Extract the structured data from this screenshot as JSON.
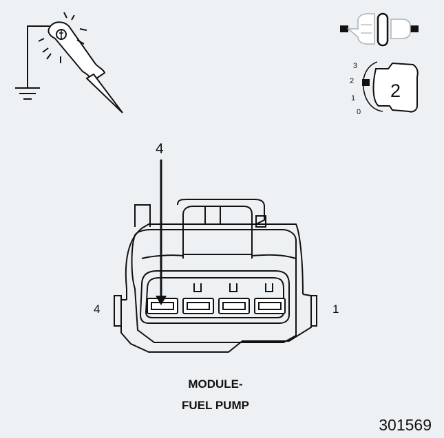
{
  "connector": {
    "caption_line1": "MODULE-",
    "caption_line2": "FUEL PUMP",
    "pin_left": "4",
    "pin_right": "1",
    "callout_pin": "4"
  },
  "ignition_switch": {
    "positions": [
      "3",
      "2",
      "1",
      "0"
    ],
    "selected": "2"
  },
  "figure_number": "301569",
  "icons": [
    "test-lamp-icon",
    "ground-icon",
    "connector-disconnect-icon",
    "ignition-key-icon"
  ]
}
